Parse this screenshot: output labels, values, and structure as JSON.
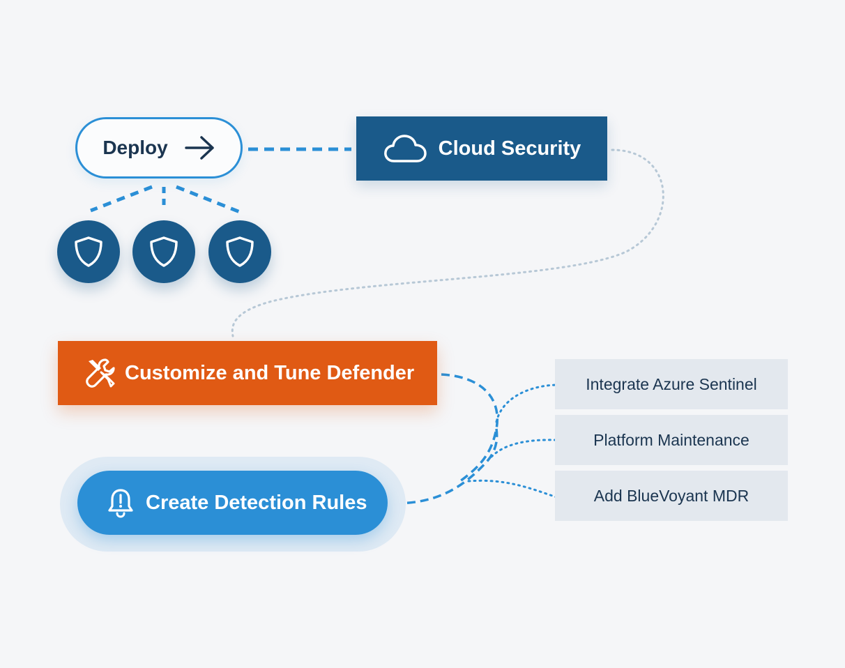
{
  "deploy": {
    "label": "Deploy",
    "icon": "arrow-right-icon",
    "shields": [
      {
        "icon": "shield-icon"
      },
      {
        "icon": "shield-icon"
      },
      {
        "icon": "shield-icon"
      }
    ]
  },
  "cloud_security": {
    "label": "Cloud Security",
    "icon": "cloud-icon"
  },
  "customize": {
    "label": "Customize and Tune Defender",
    "icon": "tools-icon"
  },
  "detection": {
    "label": "Create Detection Rules",
    "icon": "alert-bell-icon"
  },
  "options": [
    {
      "label": "Integrate Azure Sentinel"
    },
    {
      "label": "Platform Maintenance"
    },
    {
      "label": "Add BlueVoyant MDR"
    }
  ],
  "colors": {
    "background": "#f5f6f8",
    "navy": "#1a5a8a",
    "blue": "#2b8fd6",
    "orange": "#e05a14",
    "gray_box": "#e3e8ee",
    "dark_text": "#1b3550",
    "dotted_connector": "#b7c8d6"
  }
}
